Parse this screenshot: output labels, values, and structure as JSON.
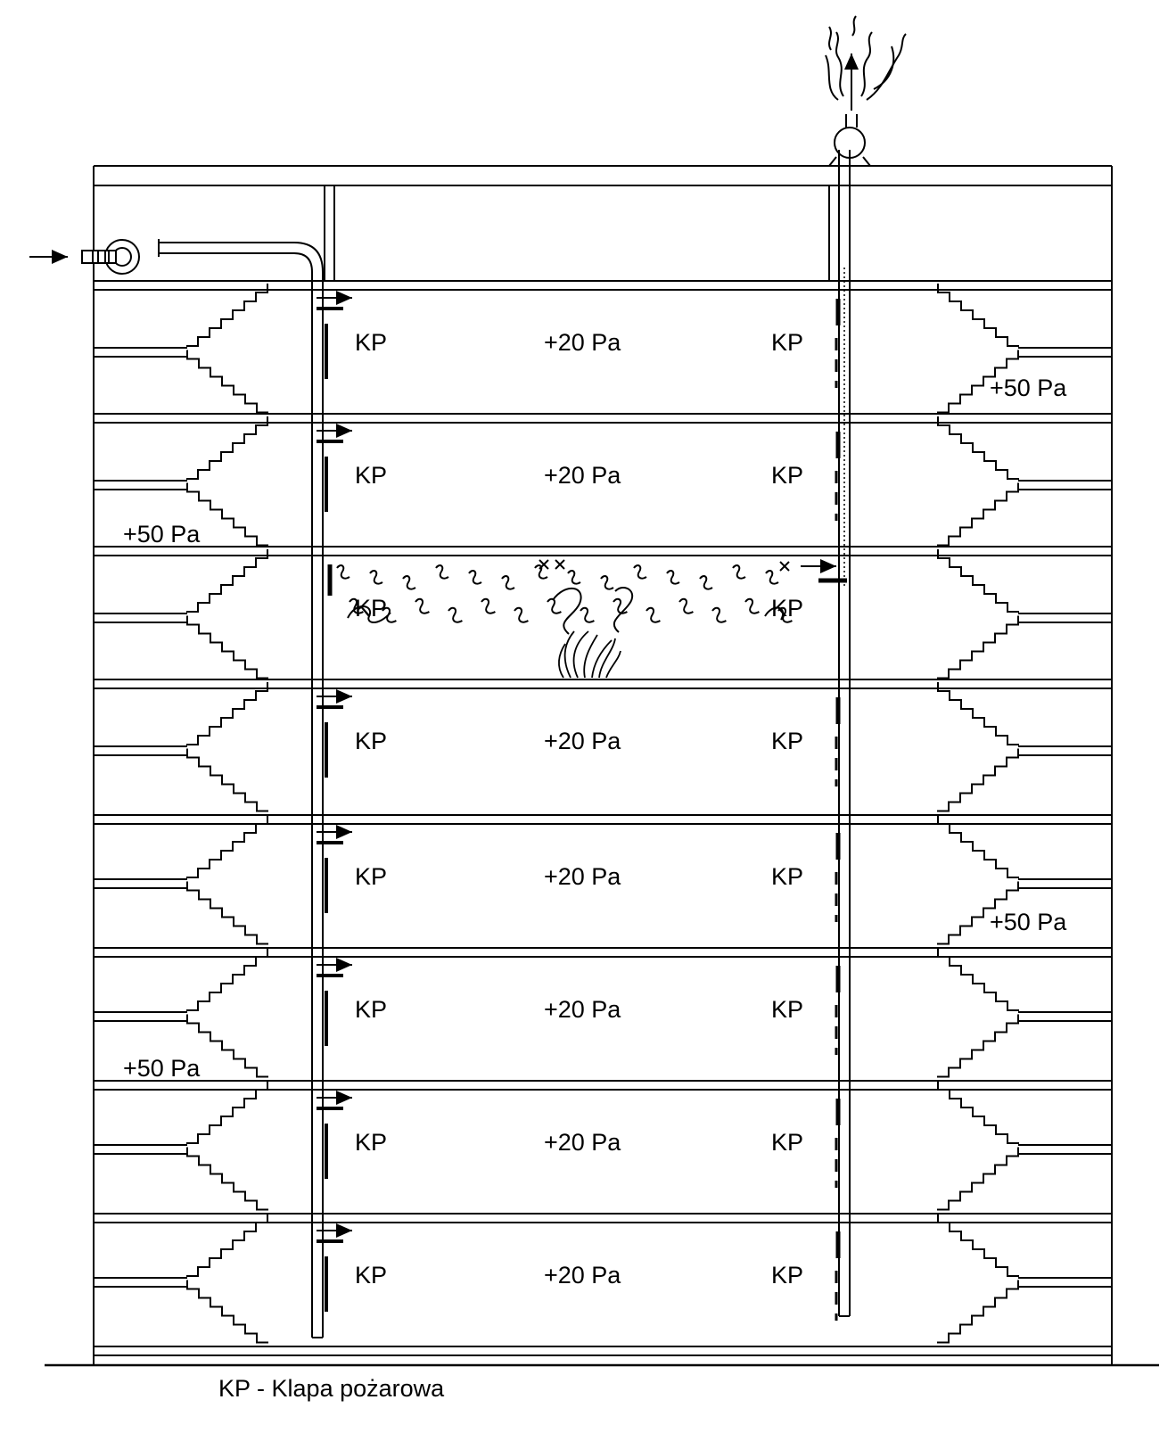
{
  "diagram": {
    "floors": [
      {
        "left_label": "KP",
        "pressure": "+20 Pa",
        "right_label": "KP"
      },
      {
        "left_label": "KP",
        "pressure": "+20 Pa",
        "right_label": "KP"
      },
      {
        "left_label": "KP",
        "pressure": "",
        "right_label": "KP",
        "fire": true
      },
      {
        "left_label": "KP",
        "pressure": "+20 Pa",
        "right_label": "KP"
      },
      {
        "left_label": "KP",
        "pressure": "+20 Pa",
        "right_label": "KP"
      },
      {
        "left_label": "KP",
        "pressure": "+20 Pa",
        "right_label": "KP"
      },
      {
        "left_label": "KP",
        "pressure": "+20 Pa",
        "right_label": "KP"
      },
      {
        "left_label": "KP",
        "pressure": "+20 Pa",
        "right_label": "KP"
      }
    ],
    "stair_pressure_labels": [
      {
        "side": "right",
        "floor": 1,
        "text": "+50 Pa"
      },
      {
        "side": "left",
        "floor": 2,
        "text": "+50 Pa"
      },
      {
        "side": "right",
        "floor": 5,
        "text": "+50 Pa"
      },
      {
        "side": "left",
        "floor": 6,
        "text": "+50 Pa"
      }
    ],
    "legend": "KP - Klapa pożarowa"
  }
}
